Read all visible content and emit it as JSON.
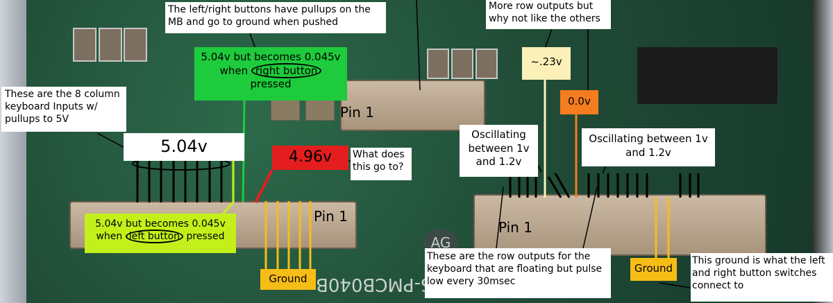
{
  "annotations": {
    "buttons_pullups": "The left/right buttons have pullups on the MB and go to ground when pushed",
    "right_button": {
      "line1": "5.04v but becomes 0.045v",
      "line2_pre": "when ",
      "line2_circled": "right button",
      "line3": "pressed"
    },
    "column_inputs": "These are the 8 column keyboard Inputs w/ pullups to 5V",
    "column_voltage": "5.04v",
    "red_voltage": "4.96v",
    "what_does": "What does this go to?",
    "left_button": {
      "pre": "5.04v but becomes 0.045v",
      "line2_pre": "when ",
      "line2_circled": "left button",
      "line2_post": " pressed"
    },
    "ground_left": "Ground",
    "pin1_left": "Pin 1",
    "pin1_top": "Pin 1",
    "pin1_right": "Pin 1",
    "more_rows": "More row outputs but why not like the others",
    "v023": "~.23v",
    "v00": "0.0v",
    "osc_left": "Oscillating between 1v and 1.2v",
    "osc_right": "Oscillating between 1v and 1.2v",
    "row_outputs": "These are the row outputs for the keyboard that are floating but pulse low every 30msec",
    "ground_right": "Ground",
    "ground_note": "This ground is what the left and right button switches connect to",
    "board_silk": "S-PMCB040B",
    "silk_ag": "AG"
  },
  "colors": {
    "green": "#1ecb3c",
    "lime": "#c3f01a",
    "red": "#e41e1e",
    "orange": "#f57c1f",
    "ground": "#f7bd17",
    "pale": "#fbf1b8"
  }
}
